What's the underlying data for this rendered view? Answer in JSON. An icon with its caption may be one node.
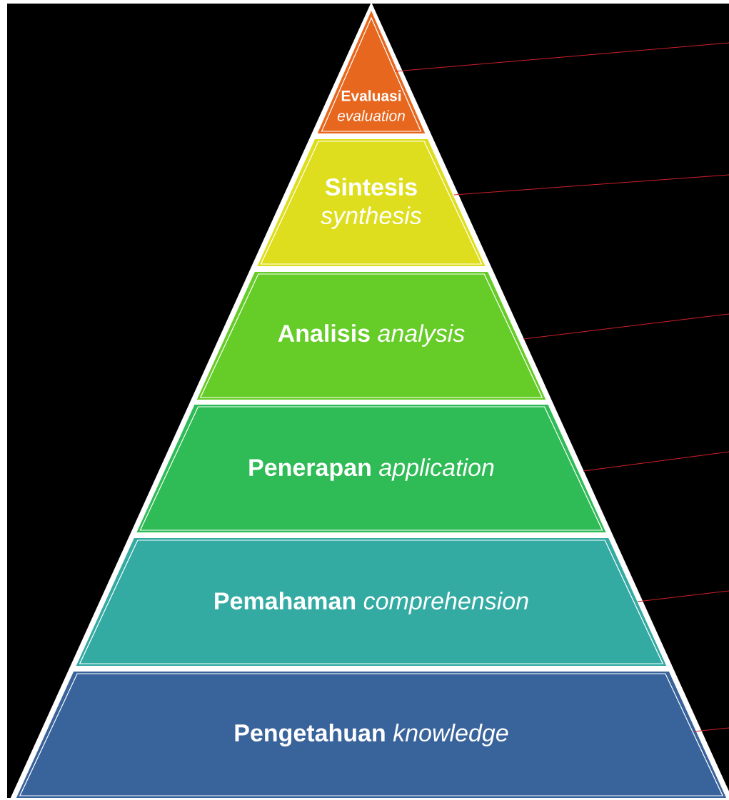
{
  "diagram": {
    "nodes": [
      {
        "text": [
          "Evaluasi",
          "evaluation"
        ]
      },
      {
        "text": [
          "Sintesis",
          "synthesis"
        ]
      },
      {
        "text": [
          "Analisis",
          "analysis"
        ]
      },
      {
        "text": [
          "Penerapan",
          "application"
        ]
      },
      {
        "text": [
          "Pemahaman",
          "comprehension"
        ]
      },
      {
        "text": [
          "Pengetahuan",
          "knowledge"
        ]
      }
    ],
    "edges": [
      {
        "from": 0,
        "to": null,
        "arrow": "none"
      },
      {
        "from": 1,
        "to": null,
        "arrow": "none"
      },
      {
        "from": 2,
        "to": null,
        "arrow": "none"
      },
      {
        "from": 3,
        "to": null,
        "arrow": "none"
      },
      {
        "from": 4,
        "to": null,
        "arrow": "none"
      },
      {
        "from": 5,
        "to": null,
        "arrow": "none"
      }
    ]
  }
}
